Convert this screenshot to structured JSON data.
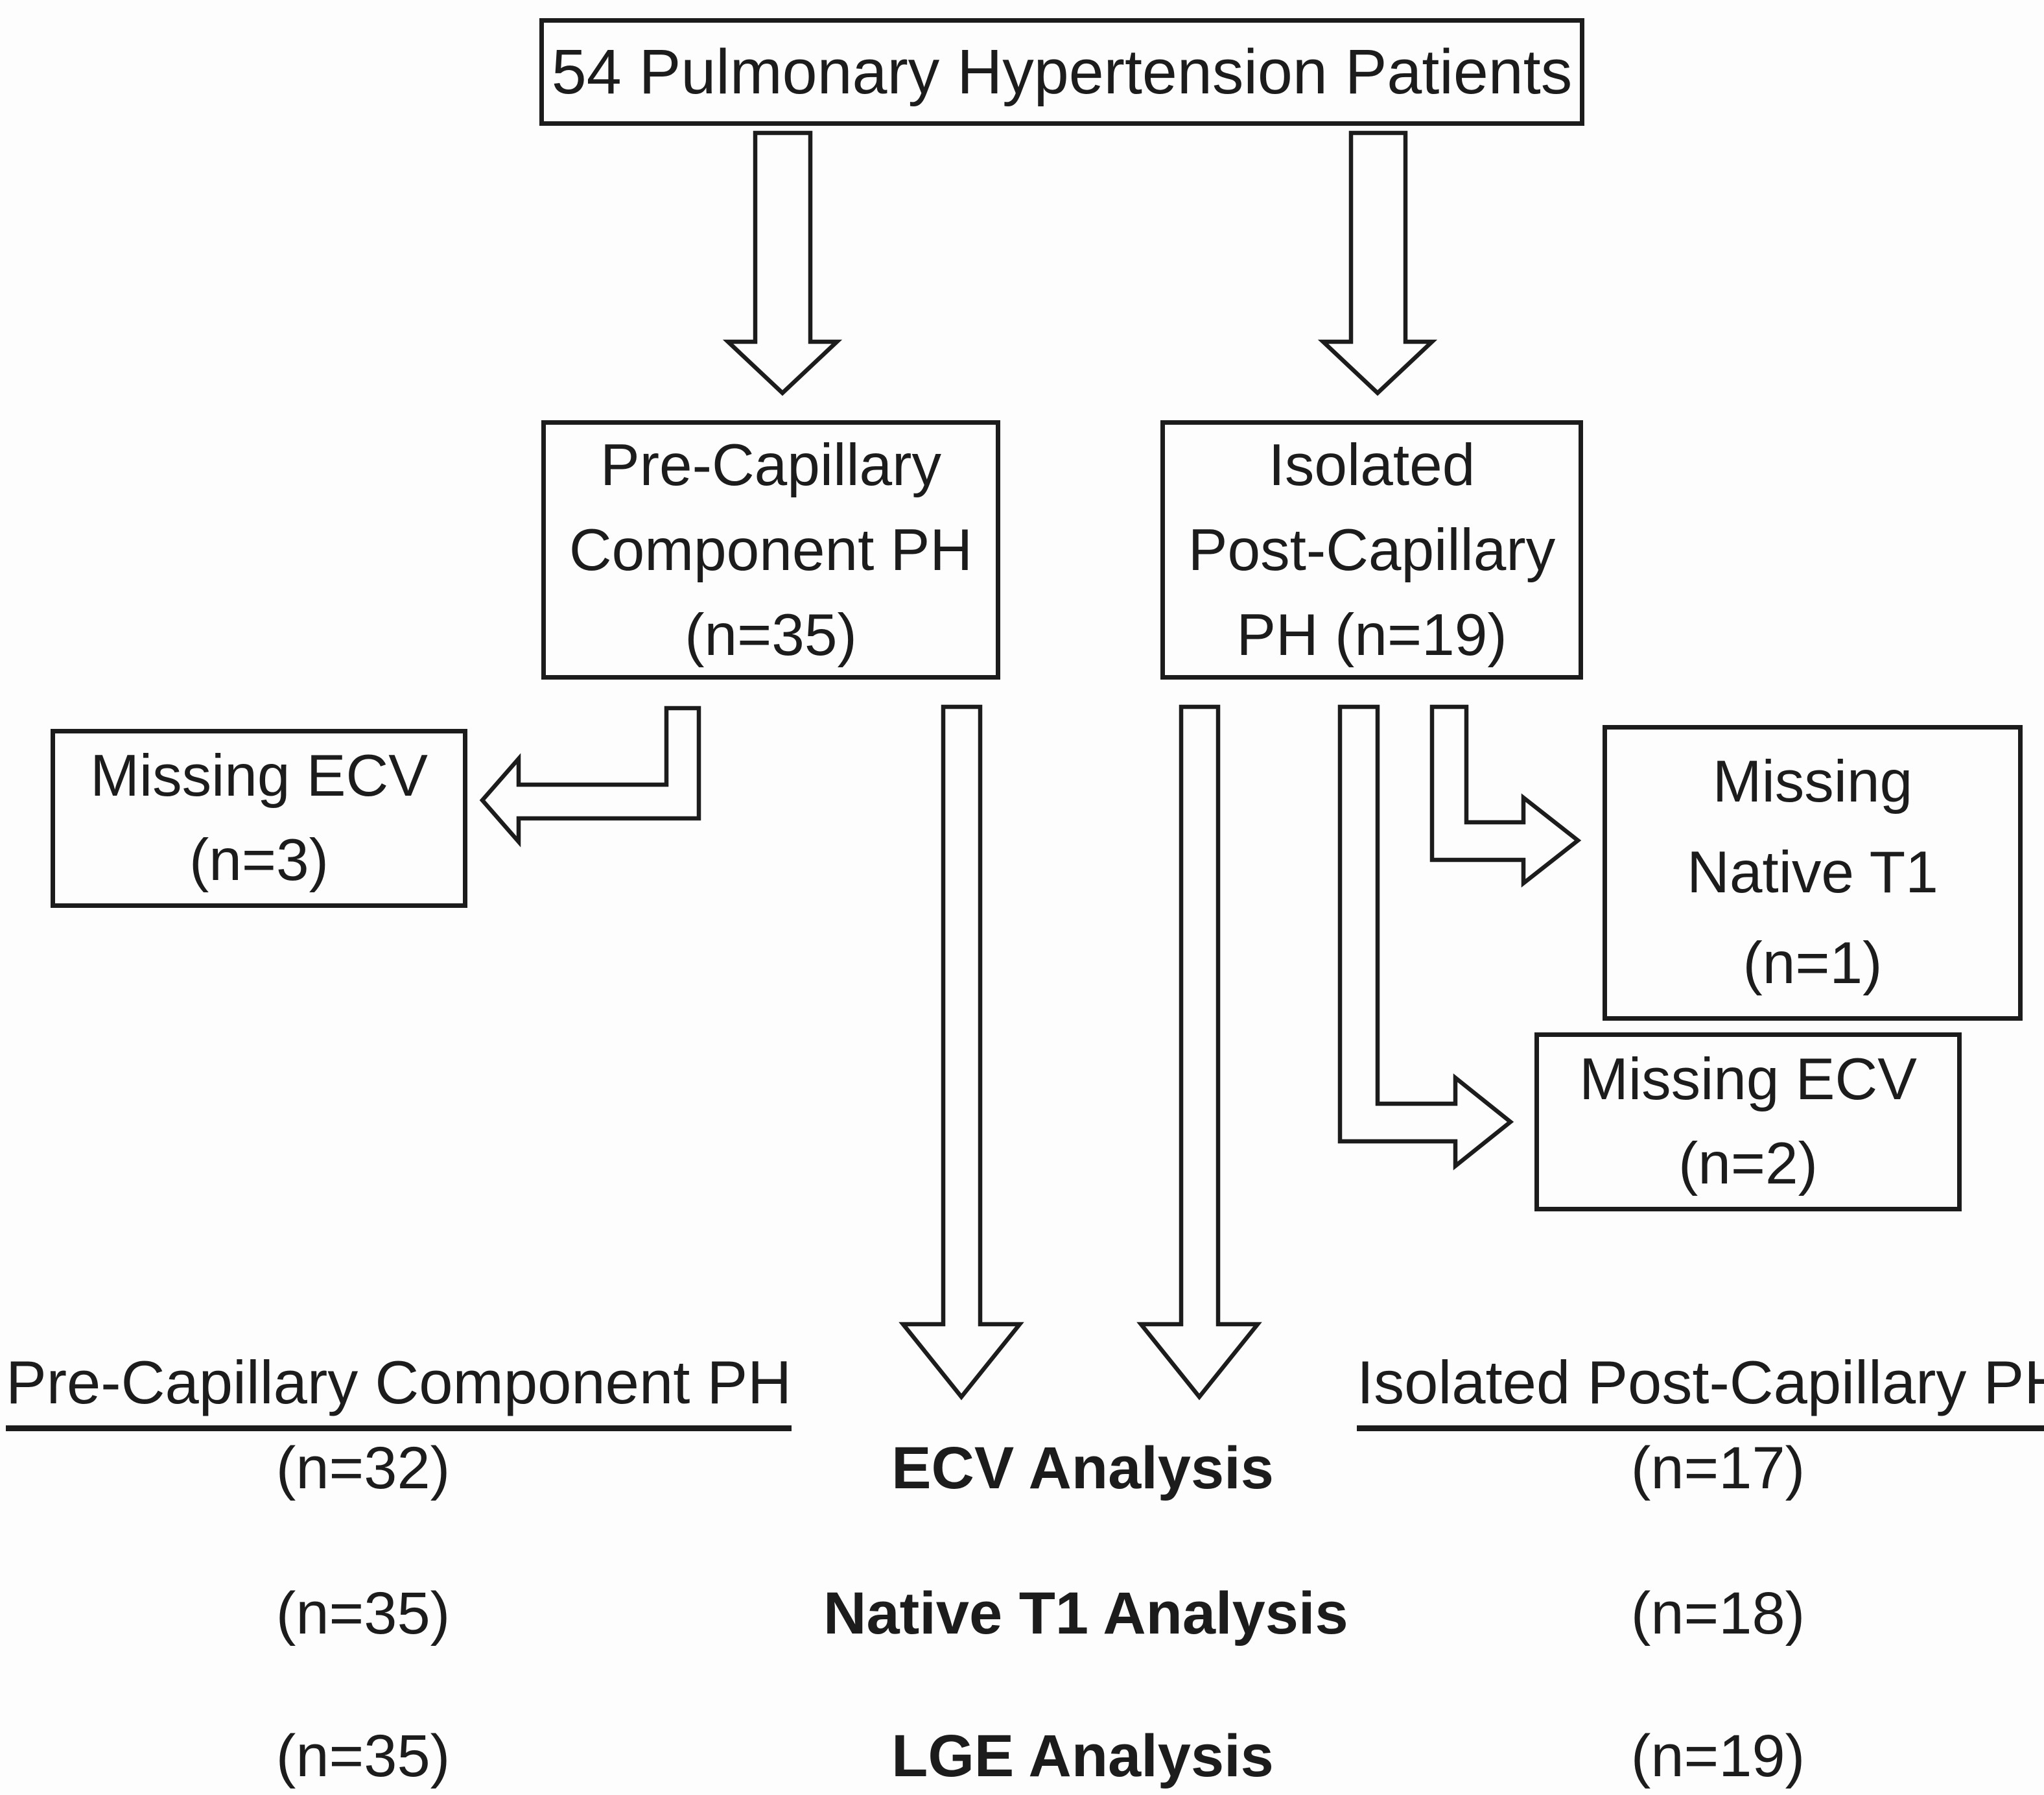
{
  "boxes": {
    "total": {
      "lines": [
        "54 Pulmonary Hypertension Patients"
      ]
    },
    "pre_capillary": {
      "lines": [
        "Pre-Capillary",
        "Component PH",
        "(n=35)"
      ]
    },
    "isolated_post_capillary": {
      "lines": [
        "Isolated",
        "Post-Capillary",
        "PH (n=19)"
      ]
    },
    "missing_ecv_pre": {
      "lines": [
        "Missing ECV",
        "(n=3)"
      ]
    },
    "missing_native_t1": {
      "lines": [
        "Missing",
        "Native T1",
        "(n=1)"
      ]
    },
    "missing_ecv_post": {
      "lines": [
        "Missing ECV",
        "(n=2)"
      ]
    }
  },
  "analysis_summary": {
    "left_header": "Pre-Capillary Component PH",
    "right_header": "Isolated Post-Capillary PH",
    "rows": [
      {
        "left": "(n=32)",
        "center": "ECV Analysis",
        "right": "(n=17)"
      },
      {
        "left": "(n=35)",
        "center": "Native T1 Analysis",
        "right": "(n=18)"
      },
      {
        "left": "(n=35)",
        "center": "LGE Analysis",
        "right": "(n=19)"
      }
    ]
  },
  "arrows": [
    {
      "name": "top-to-pre-capillary",
      "from": "total",
      "to": "pre_capillary",
      "style": "block-down"
    },
    {
      "name": "top-to-isolated",
      "from": "total",
      "to": "isolated_post_capillary",
      "style": "block-down"
    },
    {
      "name": "pre-capillary-to-missing-ecv",
      "from": "pre_capillary",
      "to": "missing_ecv_pre",
      "style": "elbow-left"
    },
    {
      "name": "isolated-to-missing-native-t1",
      "from": "isolated_post_capillary",
      "to": "missing_native_t1",
      "style": "elbow-right"
    },
    {
      "name": "isolated-to-missing-ecv",
      "from": "isolated_post_capillary",
      "to": "missing_ecv_post",
      "style": "elbow-right"
    },
    {
      "name": "pre-capillary-to-analysis",
      "from": "pre_capillary",
      "to": "analysis_summary",
      "style": "long-down"
    },
    {
      "name": "isolated-to-analysis",
      "from": "isolated_post_capillary",
      "to": "analysis_summary",
      "style": "long-down"
    }
  ],
  "colors": {
    "ink": "#1c1c1c",
    "paper": "#fdfdfd"
  }
}
